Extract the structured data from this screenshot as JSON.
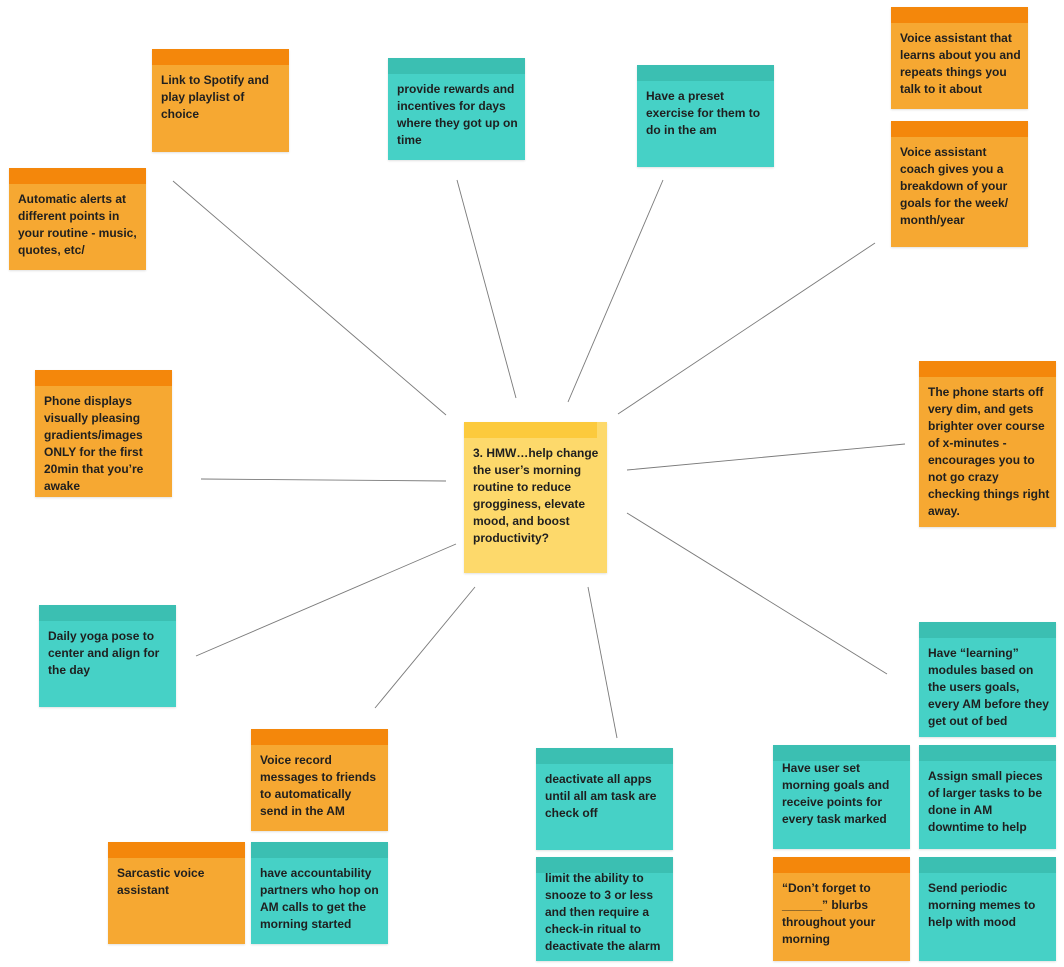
{
  "center_note": {
    "text": "3. HMW…help change the user’s morning routine to reduce grogginess, elevate mood, and boost productivity?",
    "color": "yellow"
  },
  "notes": [
    {
      "id": "spotify",
      "text": "Link to Spotify and play playlist of choice",
      "color": "orange"
    },
    {
      "id": "rewards",
      "text": "provide rewards and incentives for days where they got up on time",
      "color": "teal"
    },
    {
      "id": "preset-exercise",
      "text": "Have a preset exercise for them to do in the am",
      "color": "teal"
    },
    {
      "id": "voice-learns",
      "text": "Voice assistant that learns about you and repeats things you talk to it about",
      "color": "orange"
    },
    {
      "id": "voice-coach",
      "text": "Voice assistant coach gives you a breakdown of your goals for the week/ month/year",
      "color": "orange"
    },
    {
      "id": "auto-alerts",
      "text": "Automatic alerts at different points in your routine - music, quotes, etc/",
      "color": "orange"
    },
    {
      "id": "gradients",
      "text": "Phone displays visually pleasing gradients/images ONLY for the first 20min that you’re awake",
      "color": "orange"
    },
    {
      "id": "dim-phone",
      "text": "The phone starts off very dim, and gets brighter over course of x-minutes - encourages you to not go crazy checking things right away.",
      "color": "orange"
    },
    {
      "id": "yoga",
      "text": "Daily yoga pose to center and align for the day",
      "color": "teal"
    },
    {
      "id": "learning-modules",
      "text": "Have “learning” modules based on the users goals, every AM before they get out of bed",
      "color": "teal"
    },
    {
      "id": "voice-record",
      "text": "Voice record messages to friends to automatically send in the AM",
      "color": "orange"
    },
    {
      "id": "deactivate-apps",
      "text": "deactivate all apps until all am task are check off",
      "color": "teal"
    },
    {
      "id": "user-goals",
      "text": "Have user set morning goals and receive points for every task marked",
      "color": "teal"
    },
    {
      "id": "small-tasks",
      "text": "Assign small pieces of larger tasks to be done in AM downtime to help",
      "color": "teal"
    },
    {
      "id": "sarcastic",
      "text": "Sarcastic voice assistant",
      "color": "orange"
    },
    {
      "id": "accountability",
      "text": "have accountability partners who hop on AM calls to get the morning started",
      "color": "teal"
    },
    {
      "id": "snooze",
      "text": "limit the ability to snooze to 3 or less and then require a check-in ritual to deactivate the alarm",
      "color": "teal"
    },
    {
      "id": "dont-forget",
      "text": "“Don’t forget to ______” blurbs throughout your morning",
      "color": "orange"
    },
    {
      "id": "memes",
      "text": "Send periodic morning memes to help with mood",
      "color": "teal"
    }
  ],
  "colors": {
    "orange_note": "#f6a832",
    "orange_band": "#f4870b",
    "teal_note": "#46d1c6",
    "teal_band": "#3bbfb2",
    "yellow_note": "#fdd96b",
    "yellow_band": "#fcca3d",
    "connector": "#7a7a7a"
  }
}
